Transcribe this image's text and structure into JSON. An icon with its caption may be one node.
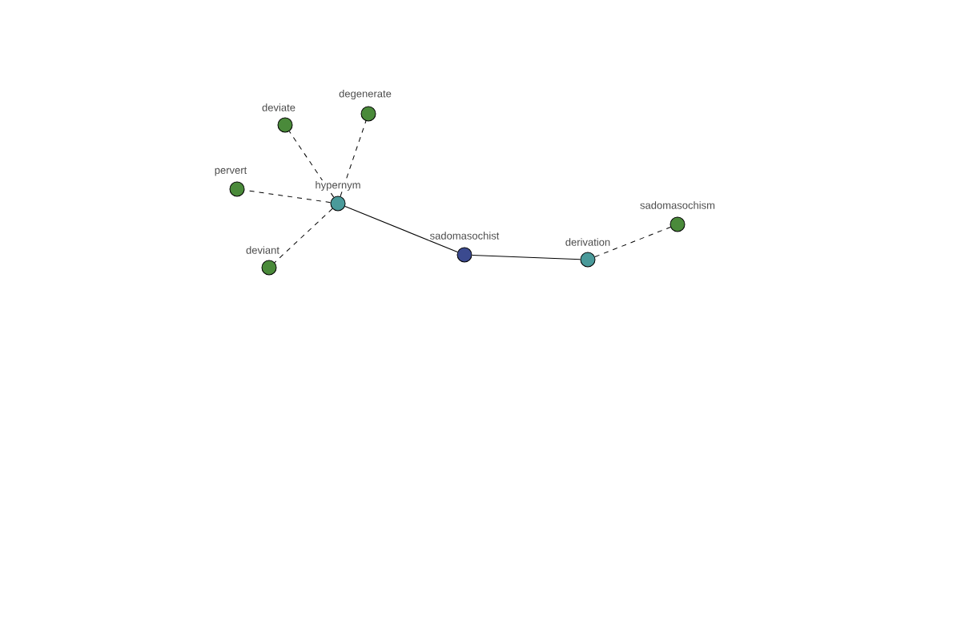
{
  "diagram": {
    "nodes": [
      {
        "text": [
          "sadomasochist"
        ]
      },
      {
        "text": [
          "hypernym"
        ]
      },
      {
        "text": [
          "derivation"
        ]
      },
      {
        "text": [
          "sadomasochism"
        ]
      },
      {
        "text": [
          "deviate"
        ]
      },
      {
        "text": [
          "degenerate"
        ]
      },
      {
        "text": [
          "pervert"
        ]
      },
      {
        "text": [
          "deviant"
        ]
      }
    ],
    "edges": [
      {
        "from": 0,
        "to": 1,
        "arrow": "none"
      },
      {
        "from": 0,
        "to": 2,
        "arrow": "none"
      },
      {
        "from": 1,
        "to": 4,
        "arrow": "none",
        "style": "dashed"
      },
      {
        "from": 1,
        "to": 5,
        "arrow": "none",
        "style": "dashed"
      },
      {
        "from": 1,
        "to": 6,
        "arrow": "none",
        "style": "dashed"
      },
      {
        "from": 1,
        "to": 7,
        "arrow": "none",
        "style": "dashed"
      },
      {
        "from": 2,
        "to": 3,
        "arrow": "none",
        "style": "dashed"
      }
    ]
  }
}
